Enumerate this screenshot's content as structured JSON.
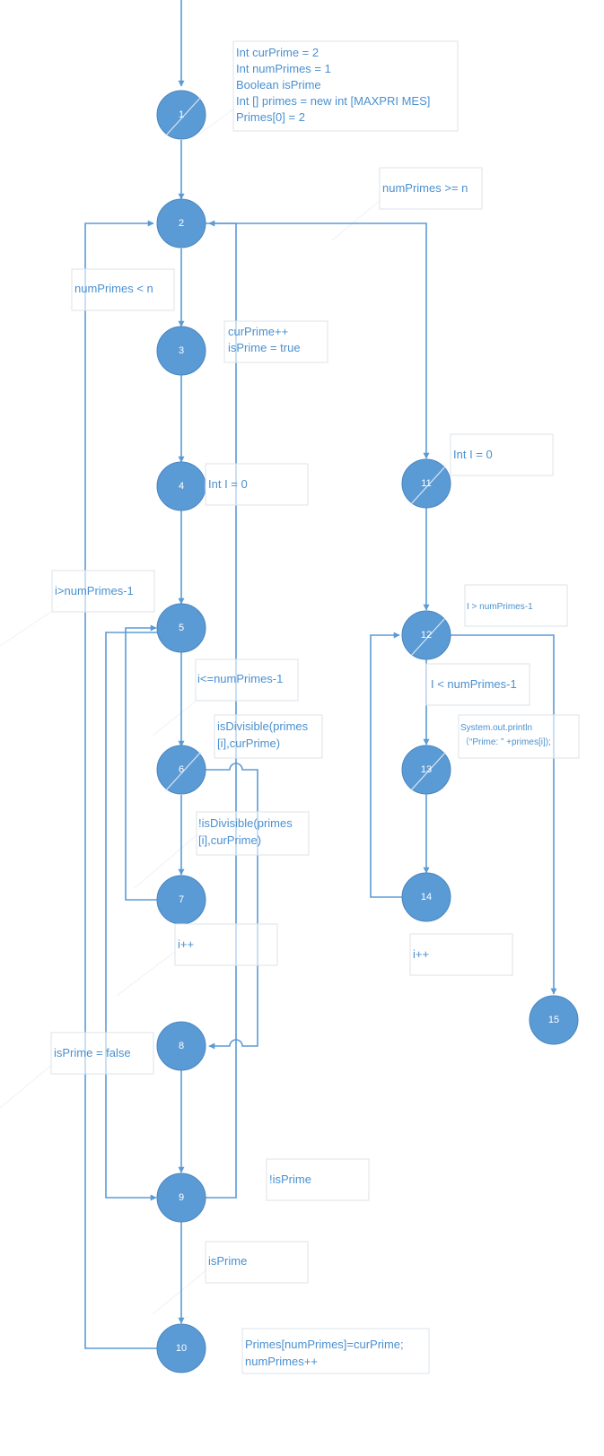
{
  "colors": {
    "node": "#5b9bd5",
    "edge": "#5b9bd5",
    "label_text": "#4a90d0",
    "label_border": "#dde3ea"
  },
  "nodes": [
    {
      "id": "1",
      "label": "1"
    },
    {
      "id": "2",
      "label": "2"
    },
    {
      "id": "3",
      "label": "3"
    },
    {
      "id": "4",
      "label": "4"
    },
    {
      "id": "5",
      "label": "5"
    },
    {
      "id": "6",
      "label": "6"
    },
    {
      "id": "7",
      "label": "7"
    },
    {
      "id": "8",
      "label": "8"
    },
    {
      "id": "9",
      "label": "9"
    },
    {
      "id": "10",
      "label": "10"
    },
    {
      "id": "11",
      "label": "11"
    },
    {
      "id": "12",
      "label": "12"
    },
    {
      "id": "13",
      "label": "13"
    },
    {
      "id": "14",
      "label": "14"
    },
    {
      "id": "15",
      "label": "15"
    }
  ],
  "labels": [
    {
      "id": "init-vars",
      "lines": [
        "Int curPrime = 2",
        "Int numPrimes = 1",
        "Boolean isPrime",
        "Int [] primes = new int [MAXPRI MES]",
        "Primes[0] = 2"
      ]
    },
    {
      "id": "num-primes-ge-n",
      "lines": [
        "numPrimes >= n"
      ]
    },
    {
      "id": "num-primes-lt-n",
      "lines": [
        "numPrimes < n"
      ]
    },
    {
      "id": "cur-prime-inc",
      "lines": [
        "curPrime++",
        "isPrime = true"
      ]
    },
    {
      "id": "int-i-zero-left",
      "lines": [
        "Int I = 0"
      ]
    },
    {
      "id": "int-i-zero-right",
      "lines": [
        "Int I = 0"
      ]
    },
    {
      "id": "i-gt-num-primes-left",
      "lines": [
        "i>numPrimes-1"
      ]
    },
    {
      "id": "i-gt-num-primes-right",
      "lines": [
        "I > numPrimes-1"
      ]
    },
    {
      "id": "i-le-num-primes",
      "lines": [
        "i<=numPrimes-1"
      ]
    },
    {
      "id": "i-lt-num-primes",
      "lines": [
        "I < numPrimes-1"
      ]
    },
    {
      "id": "is-divisible",
      "lines": [
        "isDivisible(primes",
        "[i],curPrime)"
      ]
    },
    {
      "id": "not-is-divisible",
      "lines": [
        "!isDivisible(primes",
        "[i],curPrime)"
      ]
    },
    {
      "id": "println",
      "lines": [
        "System.out.println",
        "（“Prime: ” +primes[i]);"
      ]
    },
    {
      "id": "i-inc-left",
      "lines": [
        "i++"
      ]
    },
    {
      "id": "i-inc-right",
      "lines": [
        "i++"
      ]
    },
    {
      "id": "is-prime-false",
      "lines": [
        "isPrime = false"
      ]
    },
    {
      "id": "not-is-prime",
      "lines": [
        "!isPrime"
      ]
    },
    {
      "id": "is-prime",
      "lines": [
        "isPrime"
      ]
    },
    {
      "id": "primes-assign",
      "lines": [
        "Primes[numPrimes]=curPrime;",
        "numPrimes++"
      ]
    }
  ]
}
